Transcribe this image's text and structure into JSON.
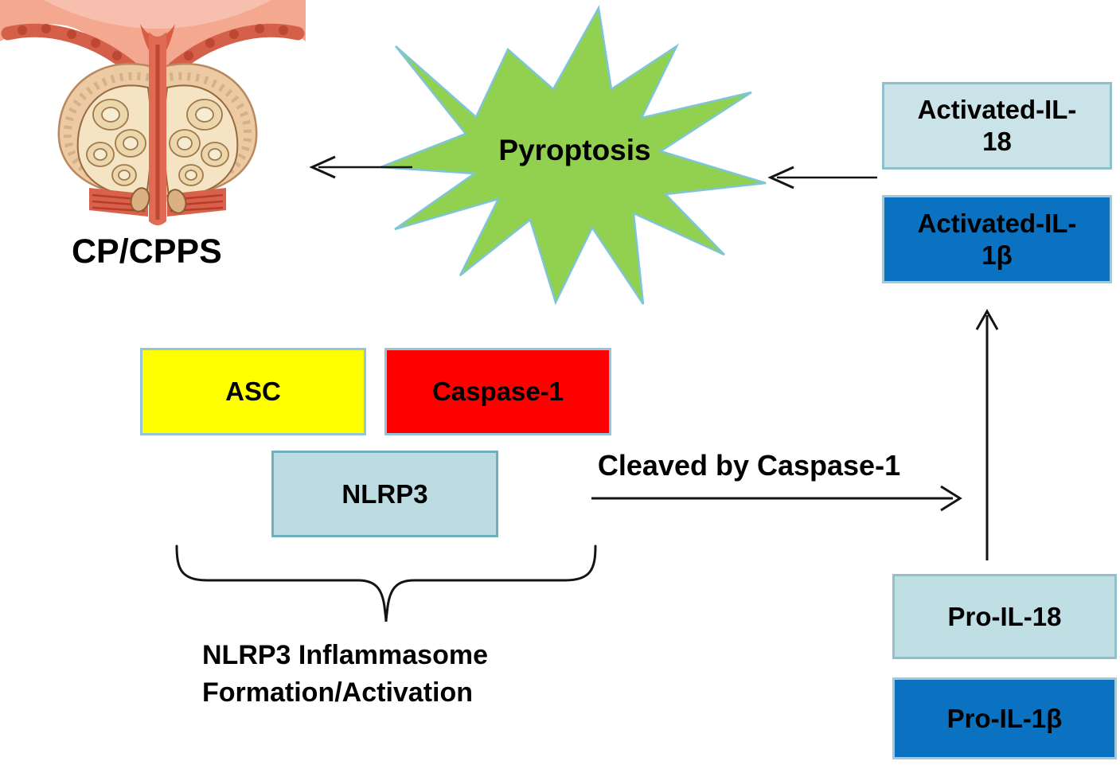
{
  "figure": {
    "description": "Pathway diagram: NLRP3 inflammasome formation/activation leads to cleavage of pro-cytokines by Caspase-1, producing activated IL-18 and IL-1β, driving pyroptosis and CP/CPPS"
  },
  "labels": {
    "cp_cpps": "CP/CPPS",
    "pyroptosis": "Pyroptosis",
    "cleaved_by": "Cleaved by Caspase-1",
    "inflammasome_line1": "NLRP3 Inflammasome",
    "inflammasome_line2": "Formation/Activation"
  },
  "boxes": {
    "asc": {
      "label": "ASC",
      "fill": "#ffff00",
      "border": "#93c4d8"
    },
    "caspase1": {
      "label": "Caspase-1",
      "fill": "#fe0000",
      "border": "#93c4d8"
    },
    "nlrp3": {
      "label": "NLRP3",
      "fill": "#bcdce2",
      "border": "#6fb0bd"
    },
    "activated_il18": {
      "line1": "Activated-IL-",
      "line2": "18",
      "fill": "#cae3e8",
      "border": "#8fc0cb"
    },
    "activated_il1b": {
      "line1": "Activated-IL-",
      "line2": "1β",
      "fill": "#0a72c0",
      "border": "#a5c8d8"
    },
    "pro_il18": {
      "label": "Pro-IL-18",
      "fill": "#bfdfe4",
      "border": "#8fc0cb"
    },
    "pro_il1b": {
      "label": "Pro-IL-1β",
      "fill": "#0a72c0",
      "border": "#a5c8d8"
    }
  },
  "star": {
    "fill": "#92d050",
    "stroke": "#7ec5d6"
  },
  "colors": {
    "arrow": "#141414",
    "text": "#000000",
    "background": "#ffffff"
  }
}
